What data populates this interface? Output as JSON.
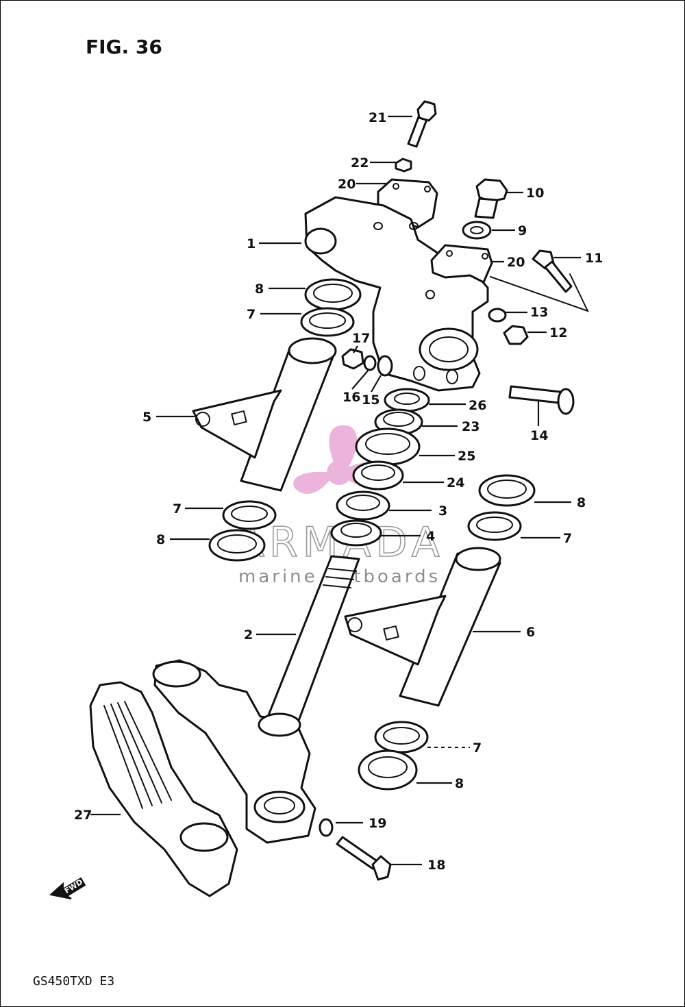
{
  "figure": {
    "title": "FIG. 36",
    "model": "GS450TXD  E3"
  },
  "watermark": {
    "brand": "ARMADA",
    "tagline": "marine outboards",
    "color": "#e9a6d6"
  },
  "fwd_arrow": {
    "label": "FWD"
  },
  "callouts": [
    {
      "id": "c21",
      "label": "21"
    },
    {
      "id": "c22",
      "label": "22"
    },
    {
      "id": "c20a",
      "label": "20"
    },
    {
      "id": "c10",
      "label": "10"
    },
    {
      "id": "c9",
      "label": "9"
    },
    {
      "id": "c1",
      "label": "1"
    },
    {
      "id": "c20b",
      "label": "20"
    },
    {
      "id": "c11",
      "label": "11"
    },
    {
      "id": "c8a",
      "label": "8"
    },
    {
      "id": "c7a",
      "label": "7"
    },
    {
      "id": "c13",
      "label": "13"
    },
    {
      "id": "c12",
      "label": "12"
    },
    {
      "id": "c17",
      "label": "17"
    },
    {
      "id": "c16",
      "label": "16"
    },
    {
      "id": "c15",
      "label": "15"
    },
    {
      "id": "c26",
      "label": "26"
    },
    {
      "id": "c14",
      "label": "14"
    },
    {
      "id": "c5",
      "label": "5"
    },
    {
      "id": "c23",
      "label": "23"
    },
    {
      "id": "c25",
      "label": "25"
    },
    {
      "id": "c24",
      "label": "24"
    },
    {
      "id": "c3",
      "label": "3"
    },
    {
      "id": "c4",
      "label": "4"
    },
    {
      "id": "c7b",
      "label": "7"
    },
    {
      "id": "c8b",
      "label": "8"
    },
    {
      "id": "c8c",
      "label": "8"
    },
    {
      "id": "c7c",
      "label": "7"
    },
    {
      "id": "c2",
      "label": "2"
    },
    {
      "id": "c6",
      "label": "6"
    },
    {
      "id": "c7d",
      "label": "7"
    },
    {
      "id": "c8d",
      "label": "8"
    },
    {
      "id": "c27",
      "label": "27"
    },
    {
      "id": "c19",
      "label": "19"
    },
    {
      "id": "c18",
      "label": "18"
    }
  ]
}
